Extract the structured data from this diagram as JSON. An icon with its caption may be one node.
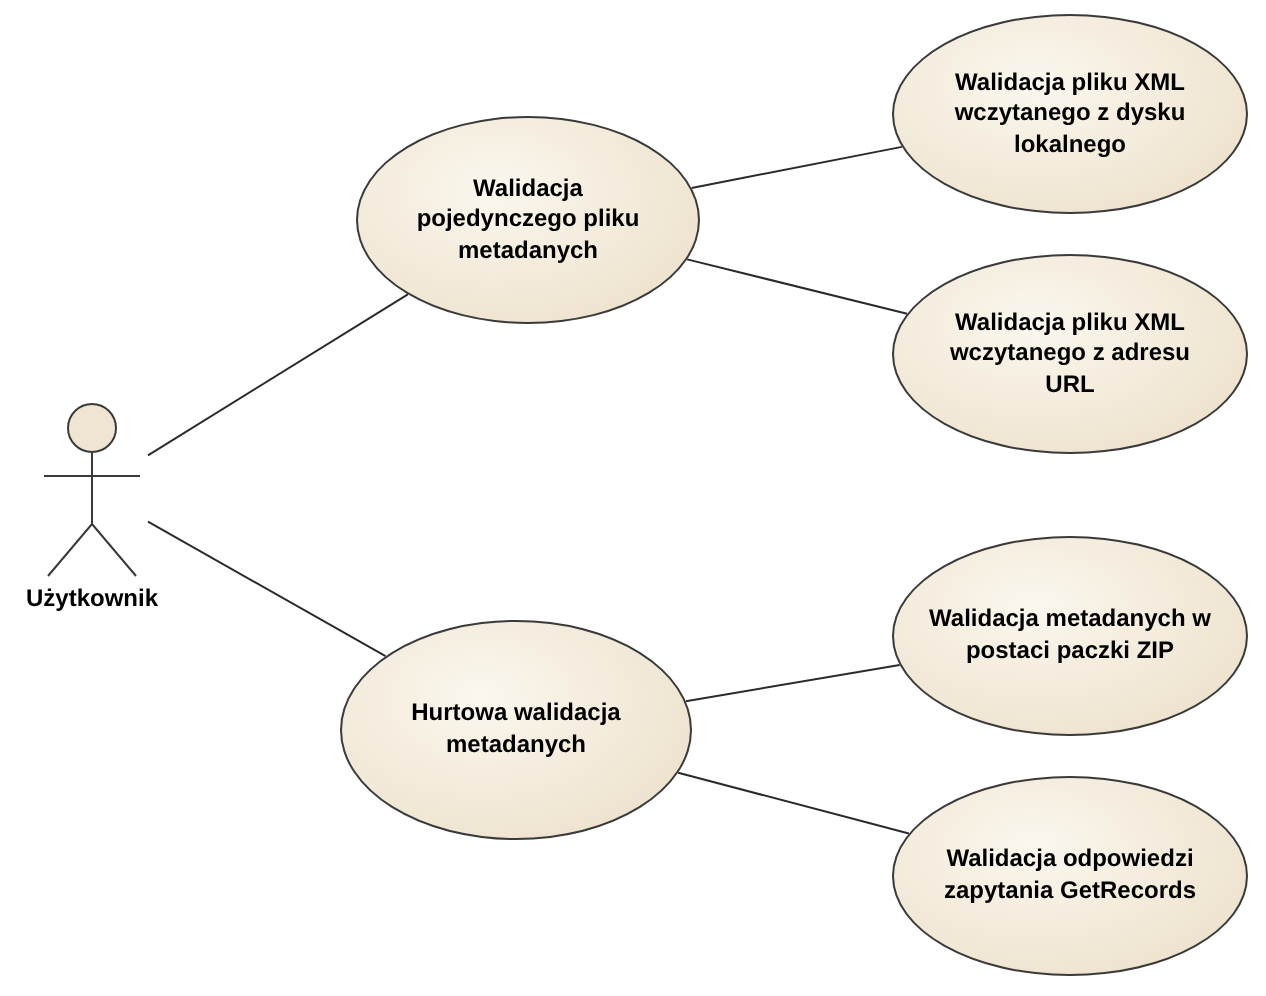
{
  "diagram": {
    "nodes": [
      {
        "text": [
          "Użytkownik"
        ]
      },
      {
        "text": [
          "Walidacja pojedynczego pliku metadanych"
        ]
      },
      {
        "text": [
          "Walidacja pliku XML wczytanego z dysku lokalnego"
        ]
      },
      {
        "text": [
          "Walidacja pliku XML wczytanego z adresu URL"
        ]
      },
      {
        "text": [
          "Hurtowa walidacja metadanych"
        ]
      },
      {
        "text": [
          "Walidacja metadanych w postaci paczki ZIP"
        ]
      },
      {
        "text": [
          "Walidacja odpowiedzi zapytania GetRecords"
        ]
      }
    ],
    "edges": [
      {
        "from": 0,
        "to": 1,
        "arrow": "none"
      },
      {
        "from": 0,
        "to": 4,
        "arrow": "none"
      },
      {
        "from": 1,
        "to": 2,
        "arrow": "none"
      },
      {
        "from": 1,
        "to": 3,
        "arrow": "none"
      },
      {
        "from": 4,
        "to": 5,
        "arrow": "none"
      },
      {
        "from": 4,
        "to": 6,
        "arrow": "none"
      }
    ]
  }
}
